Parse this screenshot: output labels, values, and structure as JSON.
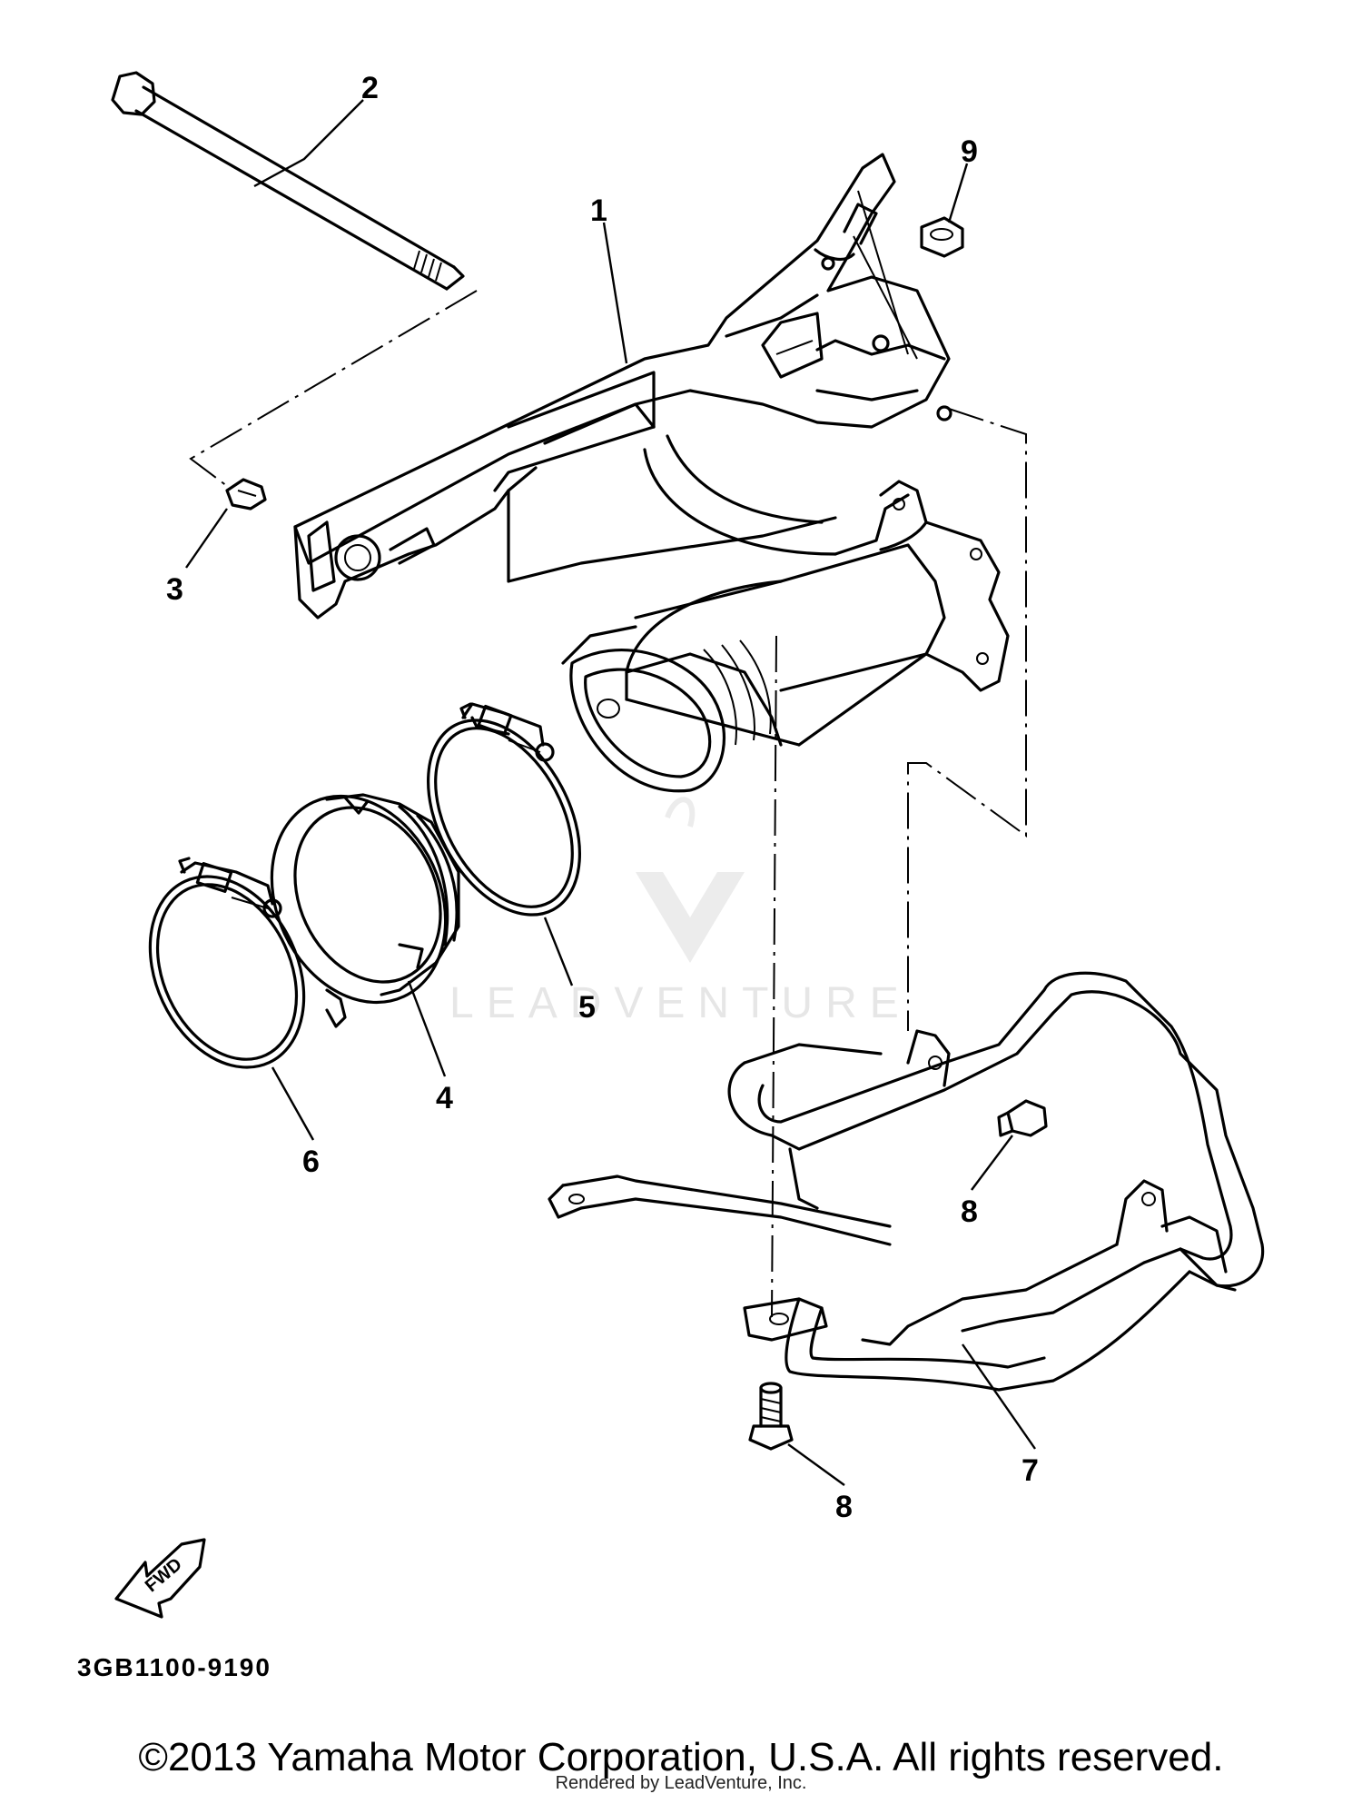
{
  "callouts": [
    {
      "id": "1",
      "label": "1"
    },
    {
      "id": "2",
      "label": "2"
    },
    {
      "id": "3",
      "label": "3"
    },
    {
      "id": "4",
      "label": "4"
    },
    {
      "id": "5",
      "label": "5"
    },
    {
      "id": "6",
      "label": "6"
    },
    {
      "id": "7",
      "label": "7"
    },
    {
      "id": "8a",
      "label": "8"
    },
    {
      "id": "8b",
      "label": "8"
    },
    {
      "id": "9",
      "label": "9"
    }
  ],
  "fwd_label": "FWD",
  "diagram_code": "3GB1100-9190",
  "watermark": "LEADVENTURE",
  "copyright": "©2013 Yamaha Motor Corporation, U.S.A. All rights reserved.",
  "rendered_by": "Rendered by LeadVenture, Inc."
}
